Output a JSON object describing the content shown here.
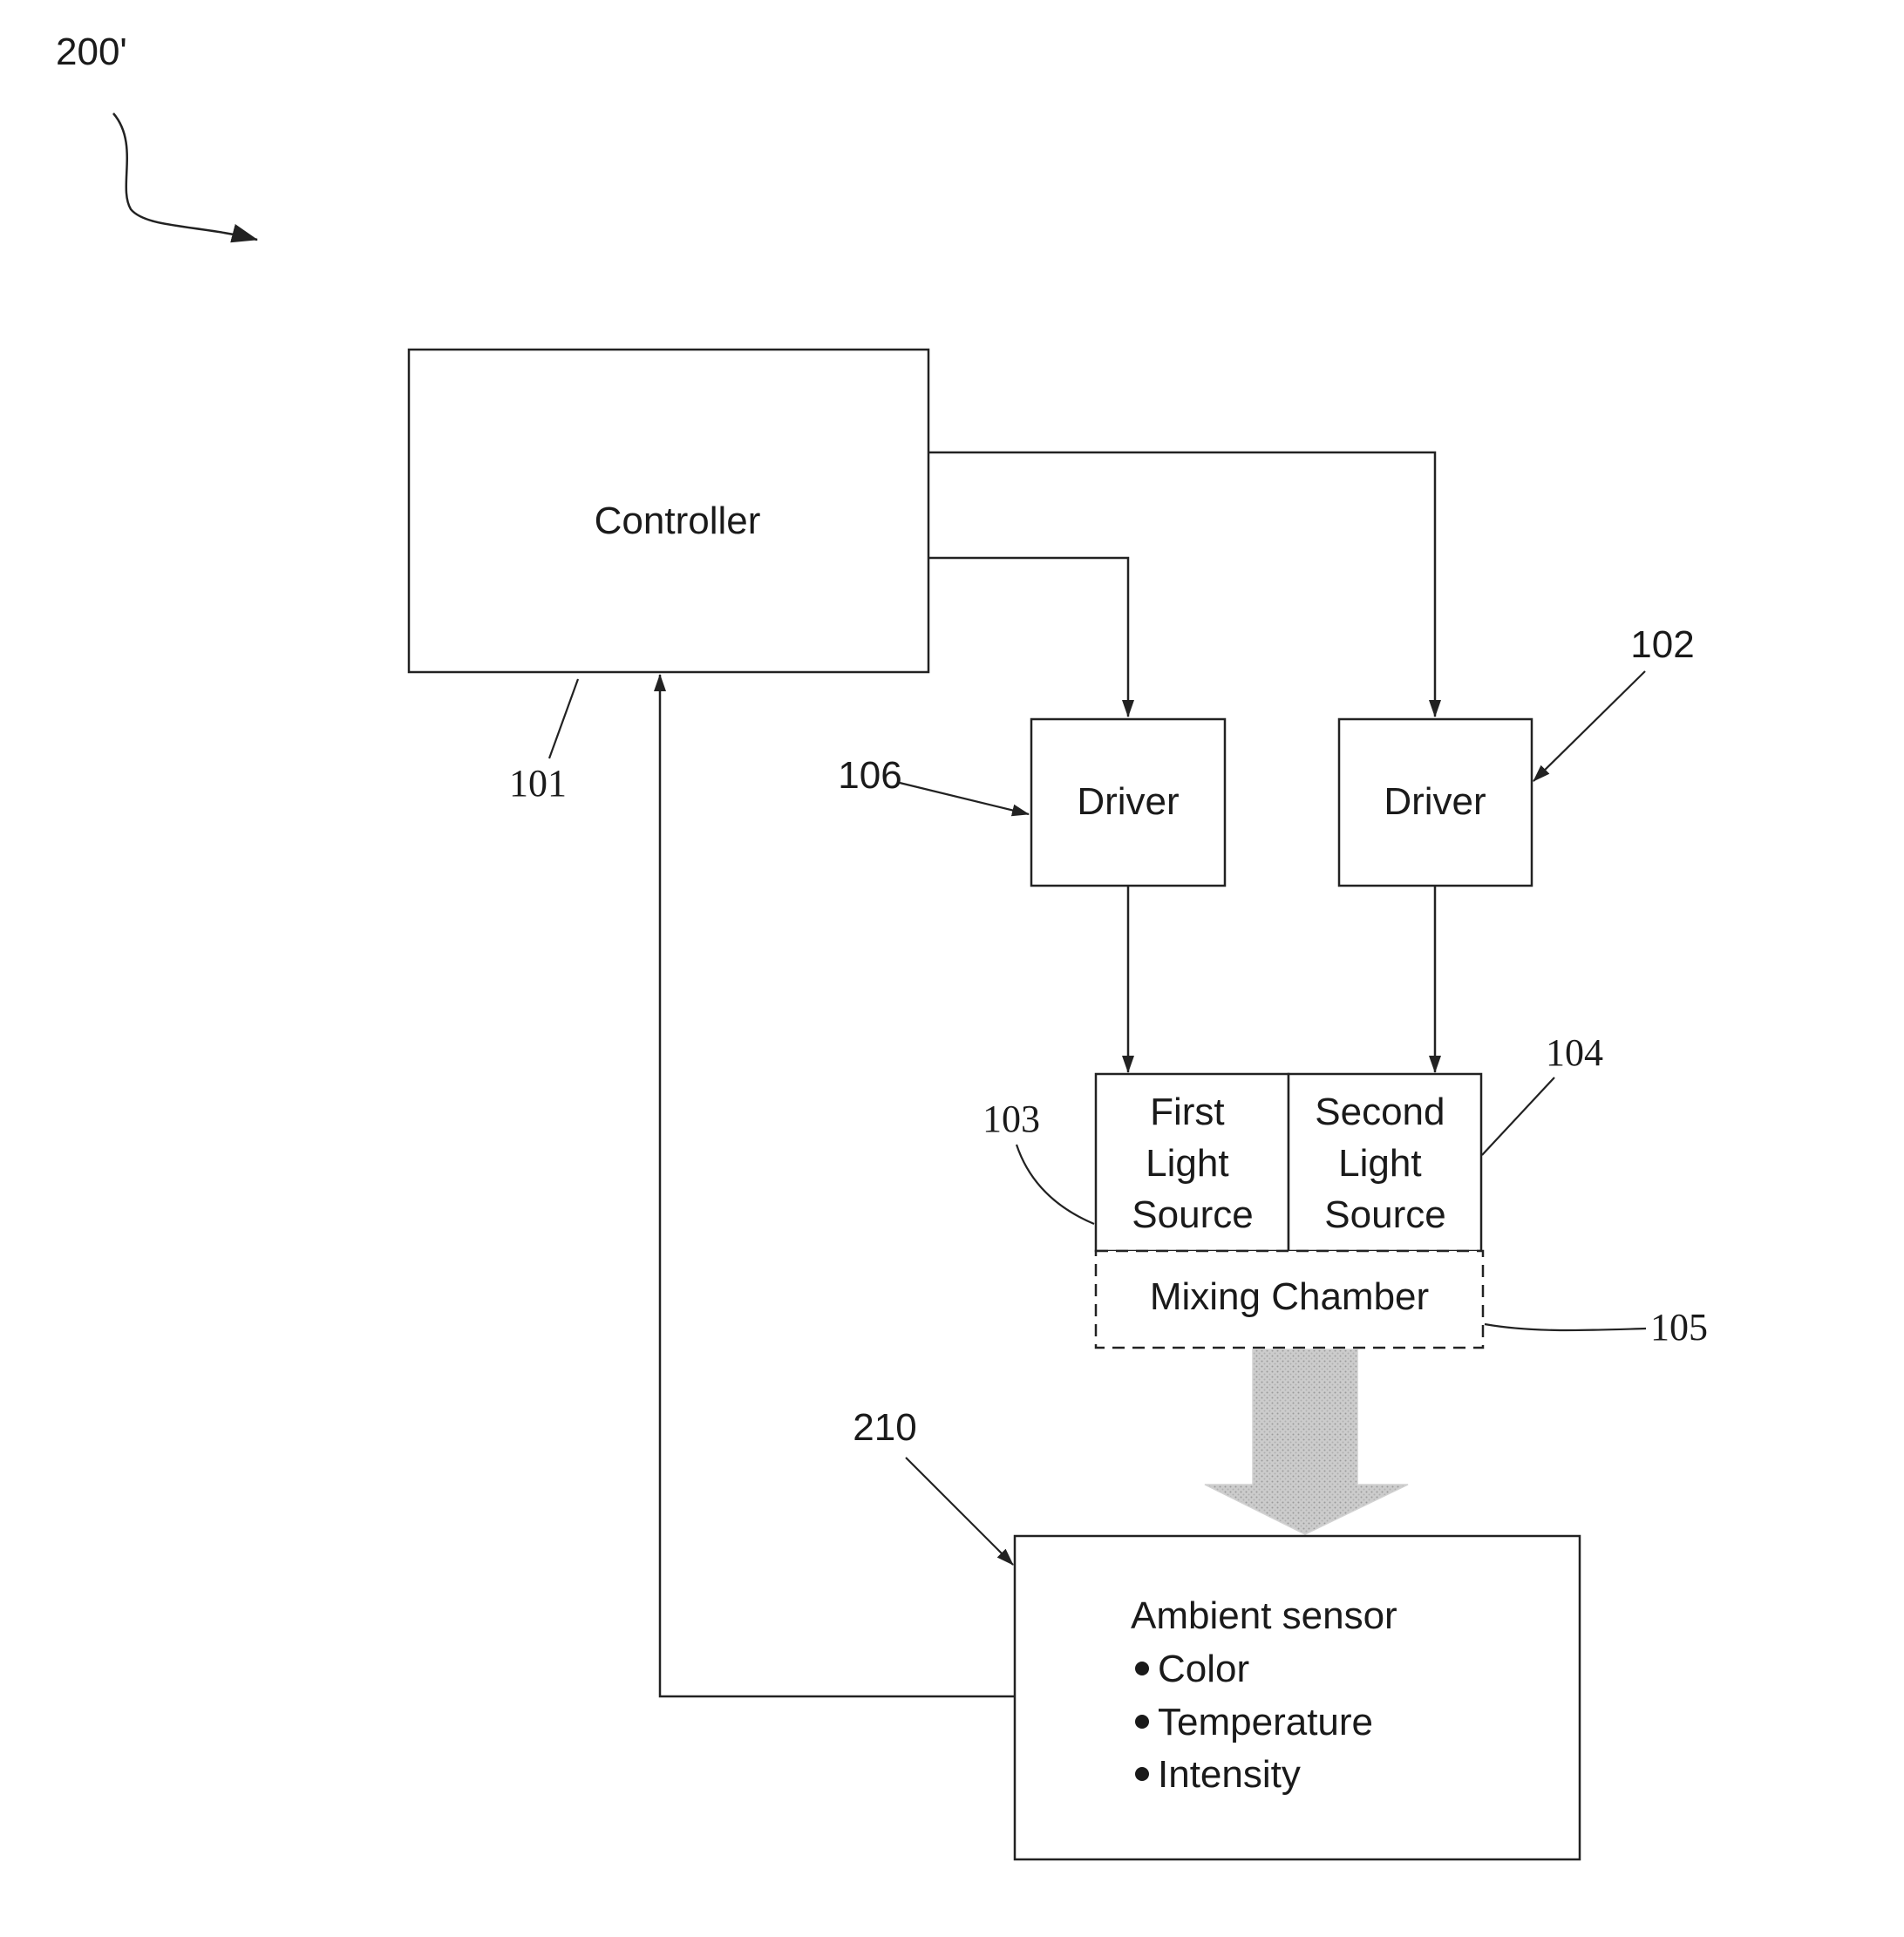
{
  "figure_ref": "200'",
  "blocks": {
    "controller": "Controller",
    "driver_first": "Driver",
    "driver_second": "Driver",
    "first_light_source": [
      "First",
      "Light",
      "Source"
    ],
    "second_light_source": [
      "Second",
      "Light",
      "Source"
    ],
    "mixing_chamber": "Mixing Chamber",
    "ambient_sensor": {
      "title": "Ambient sensor",
      "items": [
        "Color",
        "Temperature",
        "Intensity"
      ]
    }
  },
  "reference_numerals": {
    "controller": "101",
    "driver_second": "102",
    "first_light_source": "103",
    "second_light_source": "104",
    "mixing_chamber": "105",
    "driver_first": "106",
    "ambient_sensor": "210"
  },
  "colors": {
    "ink": "#222222",
    "light_arrow": "#c8c8c8"
  }
}
